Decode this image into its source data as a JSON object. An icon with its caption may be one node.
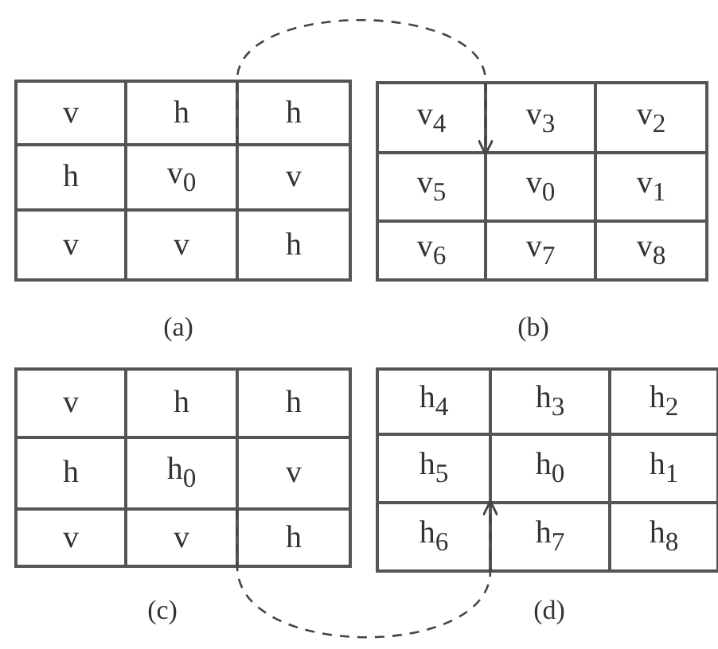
{
  "diagram": {
    "nodes": [
      {
        "text": [
          "v"
        ]
      },
      {
        "text": [
          "h"
        ]
      },
      {
        "text": [
          "h"
        ]
      },
      {
        "text": [
          "h"
        ]
      },
      {
        "text": [
          "v$_{0}$"
        ]
      },
      {
        "text": [
          "v"
        ]
      },
      {
        "text": [
          "v"
        ]
      },
      {
        "text": [
          "v"
        ]
      },
      {
        "text": [
          "h"
        ]
      },
      {
        "text": [
          "v$_{4}$"
        ]
      },
      {
        "text": [
          "v$_{3}$"
        ]
      },
      {
        "text": [
          "v$_{2}$"
        ]
      },
      {
        "text": [
          "v$_{5}$"
        ]
      },
      {
        "text": [
          "v$_{0}$"
        ]
      },
      {
        "text": [
          "v$_{1}$"
        ]
      },
      {
        "text": [
          "v$_{6}$"
        ]
      },
      {
        "text": [
          "v$_{7}$"
        ]
      },
      {
        "text": [
          "v$_{8}$"
        ]
      },
      {
        "text": [
          "v"
        ]
      },
      {
        "text": [
          "h"
        ]
      },
      {
        "text": [
          "h"
        ]
      },
      {
        "text": [
          "h"
        ]
      },
      {
        "text": [
          "h$_{0}$"
        ]
      },
      {
        "text": [
          "v"
        ]
      },
      {
        "text": [
          "v"
        ]
      },
      {
        "text": [
          "v"
        ]
      },
      {
        "text": [
          "h"
        ]
      },
      {
        "text": [
          "h$_{4}$"
        ]
      },
      {
        "text": [
          "h$_{3}$"
        ]
      },
      {
        "text": [
          "h$_{2}$"
        ]
      },
      {
        "text": [
          "h$_{5}$"
        ]
      },
      {
        "text": [
          "h$_{0}$"
        ]
      },
      {
        "text": [
          "h$_{1}$"
        ]
      },
      {
        "text": [
          "h$_{6}$"
        ]
      },
      {
        "text": [
          "h$_{7}$"
        ]
      },
      {
        "text": [
          "h$_{8}$"
        ]
      }
    ],
    "edges": [
      {
        "from": 4,
        "to": 13,
        "arrow": "to",
        "style": "dashed"
      },
      {
        "from": 22,
        "to": 31,
        "arrow": "to",
        "style": "dashed"
      }
    ],
    "labels": [
      "(a)",
      "(b)",
      "(c)",
      "(d)"
    ]
  }
}
